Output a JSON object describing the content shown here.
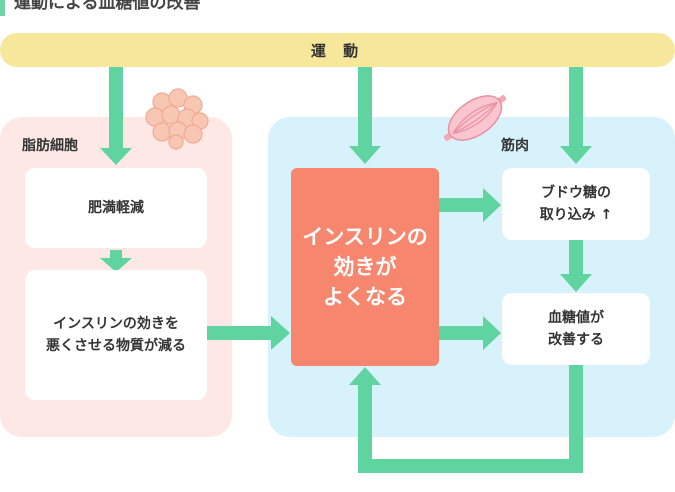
{
  "header": {
    "title": "運動による血糖値の改善"
  },
  "exercise": {
    "label": "運 動"
  },
  "fat_panel": {
    "label": "脂肪細胞",
    "weight_loss": "肥満軽減",
    "reduce_substances": "インスリンの効きを\n悪くさせる物質が減る"
  },
  "center": {
    "insulin": "インスリンの\n効きが\nよくなる"
  },
  "muscle_panel": {
    "label": "筋肉",
    "glucose_uptake": "ブドウ糖の\n取り込み ↑",
    "blood_sugar": "血糖値が\n改善する"
  },
  "colors": {
    "arrow": "#5fd3a0",
    "exercise_bar": "#f7e79a",
    "fat_panel": "#fde8e6",
    "muscle_panel": "#d7f2fa",
    "insulin_box": "#f7866e"
  },
  "icons": {
    "fat": "fat-cell-icon",
    "muscle": "muscle-icon"
  }
}
